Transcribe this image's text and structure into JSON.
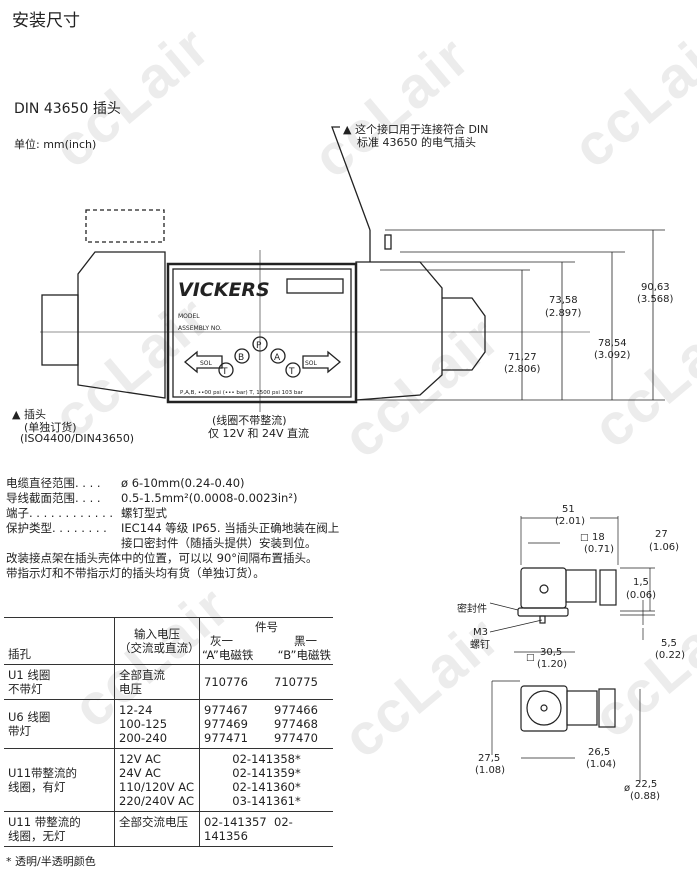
{
  "title": "安装尺寸",
  "section": "DIN  43650  插头",
  "units": "单位: mm(inch)",
  "watermark": "ccLair",
  "callout": {
    "line1": "▲ 这个接口用于连接符合 DIN",
    "line2": "标准 43650 的电气插头"
  },
  "plug_note": {
    "line1": "▲ 插头",
    "line2": "(单独订货)",
    "line3": "(ISO4400/DIN43650)"
  },
  "coil_note": {
    "line1": "(线圈不带整流)",
    "line2": "仅 12V 和 24V 直流"
  },
  "valve": {
    "brand": "VICKERS",
    "model": "MODEL",
    "assembly": "ASSEMBLY NO.",
    "sol": "SOL",
    "ports": [
      "P",
      "B",
      "A",
      "T",
      "T"
    ],
    "pressure": "P,A,B, ••00 psi (••• bar)   T, 1500 psi 103 bar"
  },
  "dims": [
    {
      "mm": "71,27",
      "in": "(2.806)"
    },
    {
      "mm": "73,58",
      "in": "(2.897)"
    },
    {
      "mm": "78,54",
      "in": "(3.092)"
    },
    {
      "mm": "90,63",
      "in": "(3.568)"
    }
  ],
  "specs": [
    {
      "label": "电缆直径范围. . . .",
      "value": "ø 6-10mm(0.24-0.40)"
    },
    {
      "label": "导线截面范围. . . .",
      "value": "0.5-1.5mm²(0.0008-0.0023in²)"
    },
    {
      "label": "端子. . . . . . . . . . . .",
      "value": "螺钉型式"
    },
    {
      "label": "保护类型. . . . . . . .",
      "value": "IEC144 等级 IP65. 当插头正确地装在阀上"
    },
    {
      "label": "",
      "value": "接口密封件（随插头提供）安装到位。"
    }
  ],
  "notes": [
    "改装接点架在插头壳体中的位置，可以以 90°间隔布置插头。",
    "带指示灯和不带指示灯的插头均有货（单独订货）。"
  ],
  "table": {
    "h_socket": "插孔",
    "h_voltage1": "输入电压",
    "h_voltage2": "（交流或直流）",
    "h_part": "件号",
    "h_a1": "灰一",
    "h_a2": "“A”电磁铁",
    "h_b1": "黑一",
    "h_b2": "“B”电磁铁",
    "rows": [
      {
        "socket": [
          "U1 线圈",
          "不带灯"
        ],
        "voltage": [
          "全部直流",
          "电压"
        ],
        "a": [
          "710776"
        ],
        "b": [
          "710775"
        ]
      },
      {
        "socket": [
          "U6 线圈",
          "带灯"
        ],
        "voltage": [
          "12-24",
          "100-125",
          "200-240"
        ],
        "a": [
          "977467",
          "977469",
          "977471"
        ],
        "b": [
          "977466",
          "977468",
          "977470"
        ]
      },
      {
        "socket": [
          "U11带整流的",
          "线圈，有灯"
        ],
        "voltage": [
          "12V AC",
          "24V AC",
          "110/120V AC",
          "220/240V AC"
        ],
        "both": [
          "02-141358*",
          "02-141359*",
          "02-141360*",
          "03-141361*"
        ]
      },
      {
        "socket": [
          "U11 带整流的",
          "线圈，无灯"
        ],
        "voltage": [
          "全部交流电压"
        ],
        "a": [
          "02-141357"
        ],
        "b": [
          "02-141356"
        ]
      }
    ],
    "footnote": "* 透明/半透明颜色"
  },
  "plug": {
    "w": {
      "mm": "51",
      "in": "(2.01)"
    },
    "sq18": {
      "mm": "18",
      "in": "(0.71)"
    },
    "h27": {
      "mm": "27",
      "in": "(1.06)"
    },
    "t15": {
      "mm": "1,5",
      "in": "(0.06)"
    },
    "t55": {
      "mm": "5,5",
      "in": "(0.22)"
    },
    "sq305": {
      "mm": "30,5",
      "in": "(1.20)"
    },
    "seal": "密封件",
    "screw1": "M3",
    "screw2": "螺钉",
    "h275": {
      "mm": "27,5",
      "in": "(1.08)"
    },
    "w265": {
      "mm": "26,5",
      "in": "(1.04)"
    },
    "d225": {
      "mm": "22,5",
      "in": "(0.88)"
    },
    "dia": "ø"
  }
}
